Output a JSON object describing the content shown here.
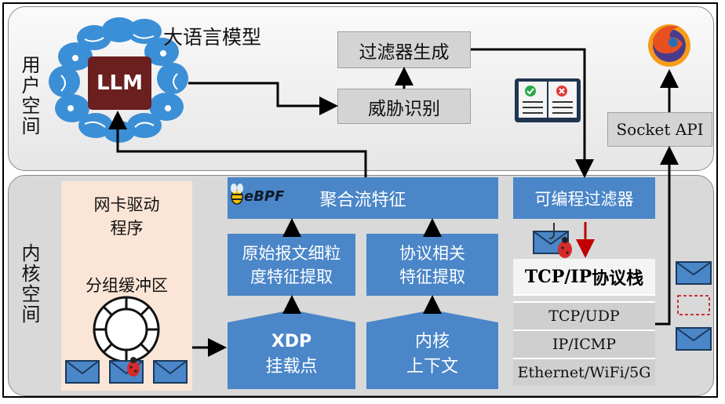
{
  "zones": {
    "user_space": "用户空间",
    "kernel_space": "内核空间"
  },
  "llm": {
    "chip_label": "LLM",
    "title": "大语言模型"
  },
  "user_boxes": {
    "filter_gen": "过滤器生成",
    "threat_id": "威胁识别",
    "socket_api": "Socket API"
  },
  "nic": {
    "title_line1": "网卡驱动",
    "title_line2": "程序",
    "buffer": "分组缓冲区"
  },
  "ebpf": {
    "logo": "eBPF",
    "aggregate": "聚合流特征"
  },
  "features": {
    "raw_line1": "原始报文细粒",
    "raw_line2": "度特征提取",
    "proto_line1": "协议相关",
    "proto_line2": "特征提取"
  },
  "hooks": {
    "xdp_line1": "XDP",
    "xdp_line2": "挂载点",
    "kctx_line1": "内核",
    "kctx_line2": "上下文"
  },
  "filter": {
    "label": "可编程过滤器"
  },
  "stack": {
    "title_bold": "TCP/IP",
    "title_rest": "协议栈",
    "rows": [
      "TCP/UDP",
      "IP/ICMP",
      "Ethernet/WiFi/5G"
    ]
  },
  "colors": {
    "blue": "#4a86c8",
    "gray": "#d4d4d4",
    "nic_bg": "#fbe5d6",
    "brain": "#3b8fd6",
    "chip": "#6b1f1f",
    "red_arrow": "#c00000"
  }
}
